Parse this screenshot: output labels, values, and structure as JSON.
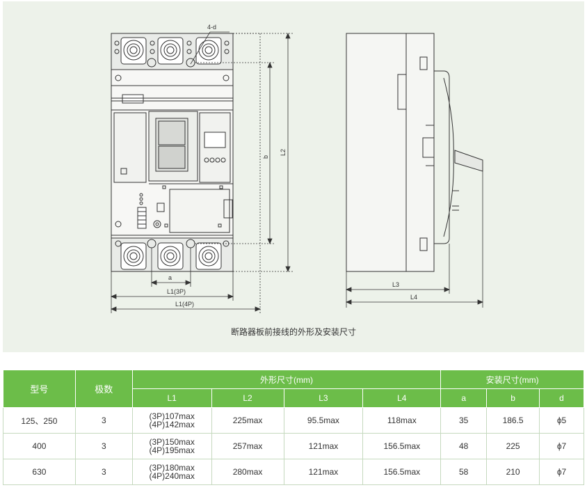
{
  "drawing": {
    "labels": {
      "hole": "4-d",
      "a": "a",
      "b": "b",
      "l1_3p": "L1(3P)",
      "l1_4p": "L1(4P)",
      "l2": "L2",
      "l3": "L3",
      "l4": "L4"
    },
    "caption": "断路器板前接线的外形及安装尺寸"
  },
  "table": {
    "header": {
      "model": "型号",
      "poles": "极数",
      "outline_group": "外形尺寸(mm)",
      "install_group": "安装尺寸(mm)",
      "columns": [
        "L1",
        "L2",
        "L3",
        "L4",
        "a",
        "b",
        "d"
      ]
    },
    "rows": [
      {
        "model": "125、250",
        "poles": "3",
        "l1_3p": "(3P)107max",
        "l1_4p": "(4P)142max",
        "l2": "225max",
        "l3": "95.5max",
        "l4": "118max",
        "a": "35",
        "b": "186.5",
        "d": "ϕ5"
      },
      {
        "model": "400",
        "poles": "3",
        "l1_3p": "(3P)150max",
        "l1_4p": "(4P)195max",
        "l2": "257max",
        "l3": "121max",
        "l4": "156.5max",
        "a": "48",
        "b": "225",
        "d": "ϕ7"
      },
      {
        "model": "630",
        "poles": "3",
        "l1_3p": "(3P)180max",
        "l1_4p": "(4P)240max",
        "l2": "280max",
        "l3": "121max",
        "l4": "156.5max",
        "a": "58",
        "b": "210",
        "d": "ϕ7"
      }
    ]
  },
  "colors": {
    "panel_bg": "#edf2ea",
    "header_green": "#6cbd49",
    "line": "#333333"
  }
}
